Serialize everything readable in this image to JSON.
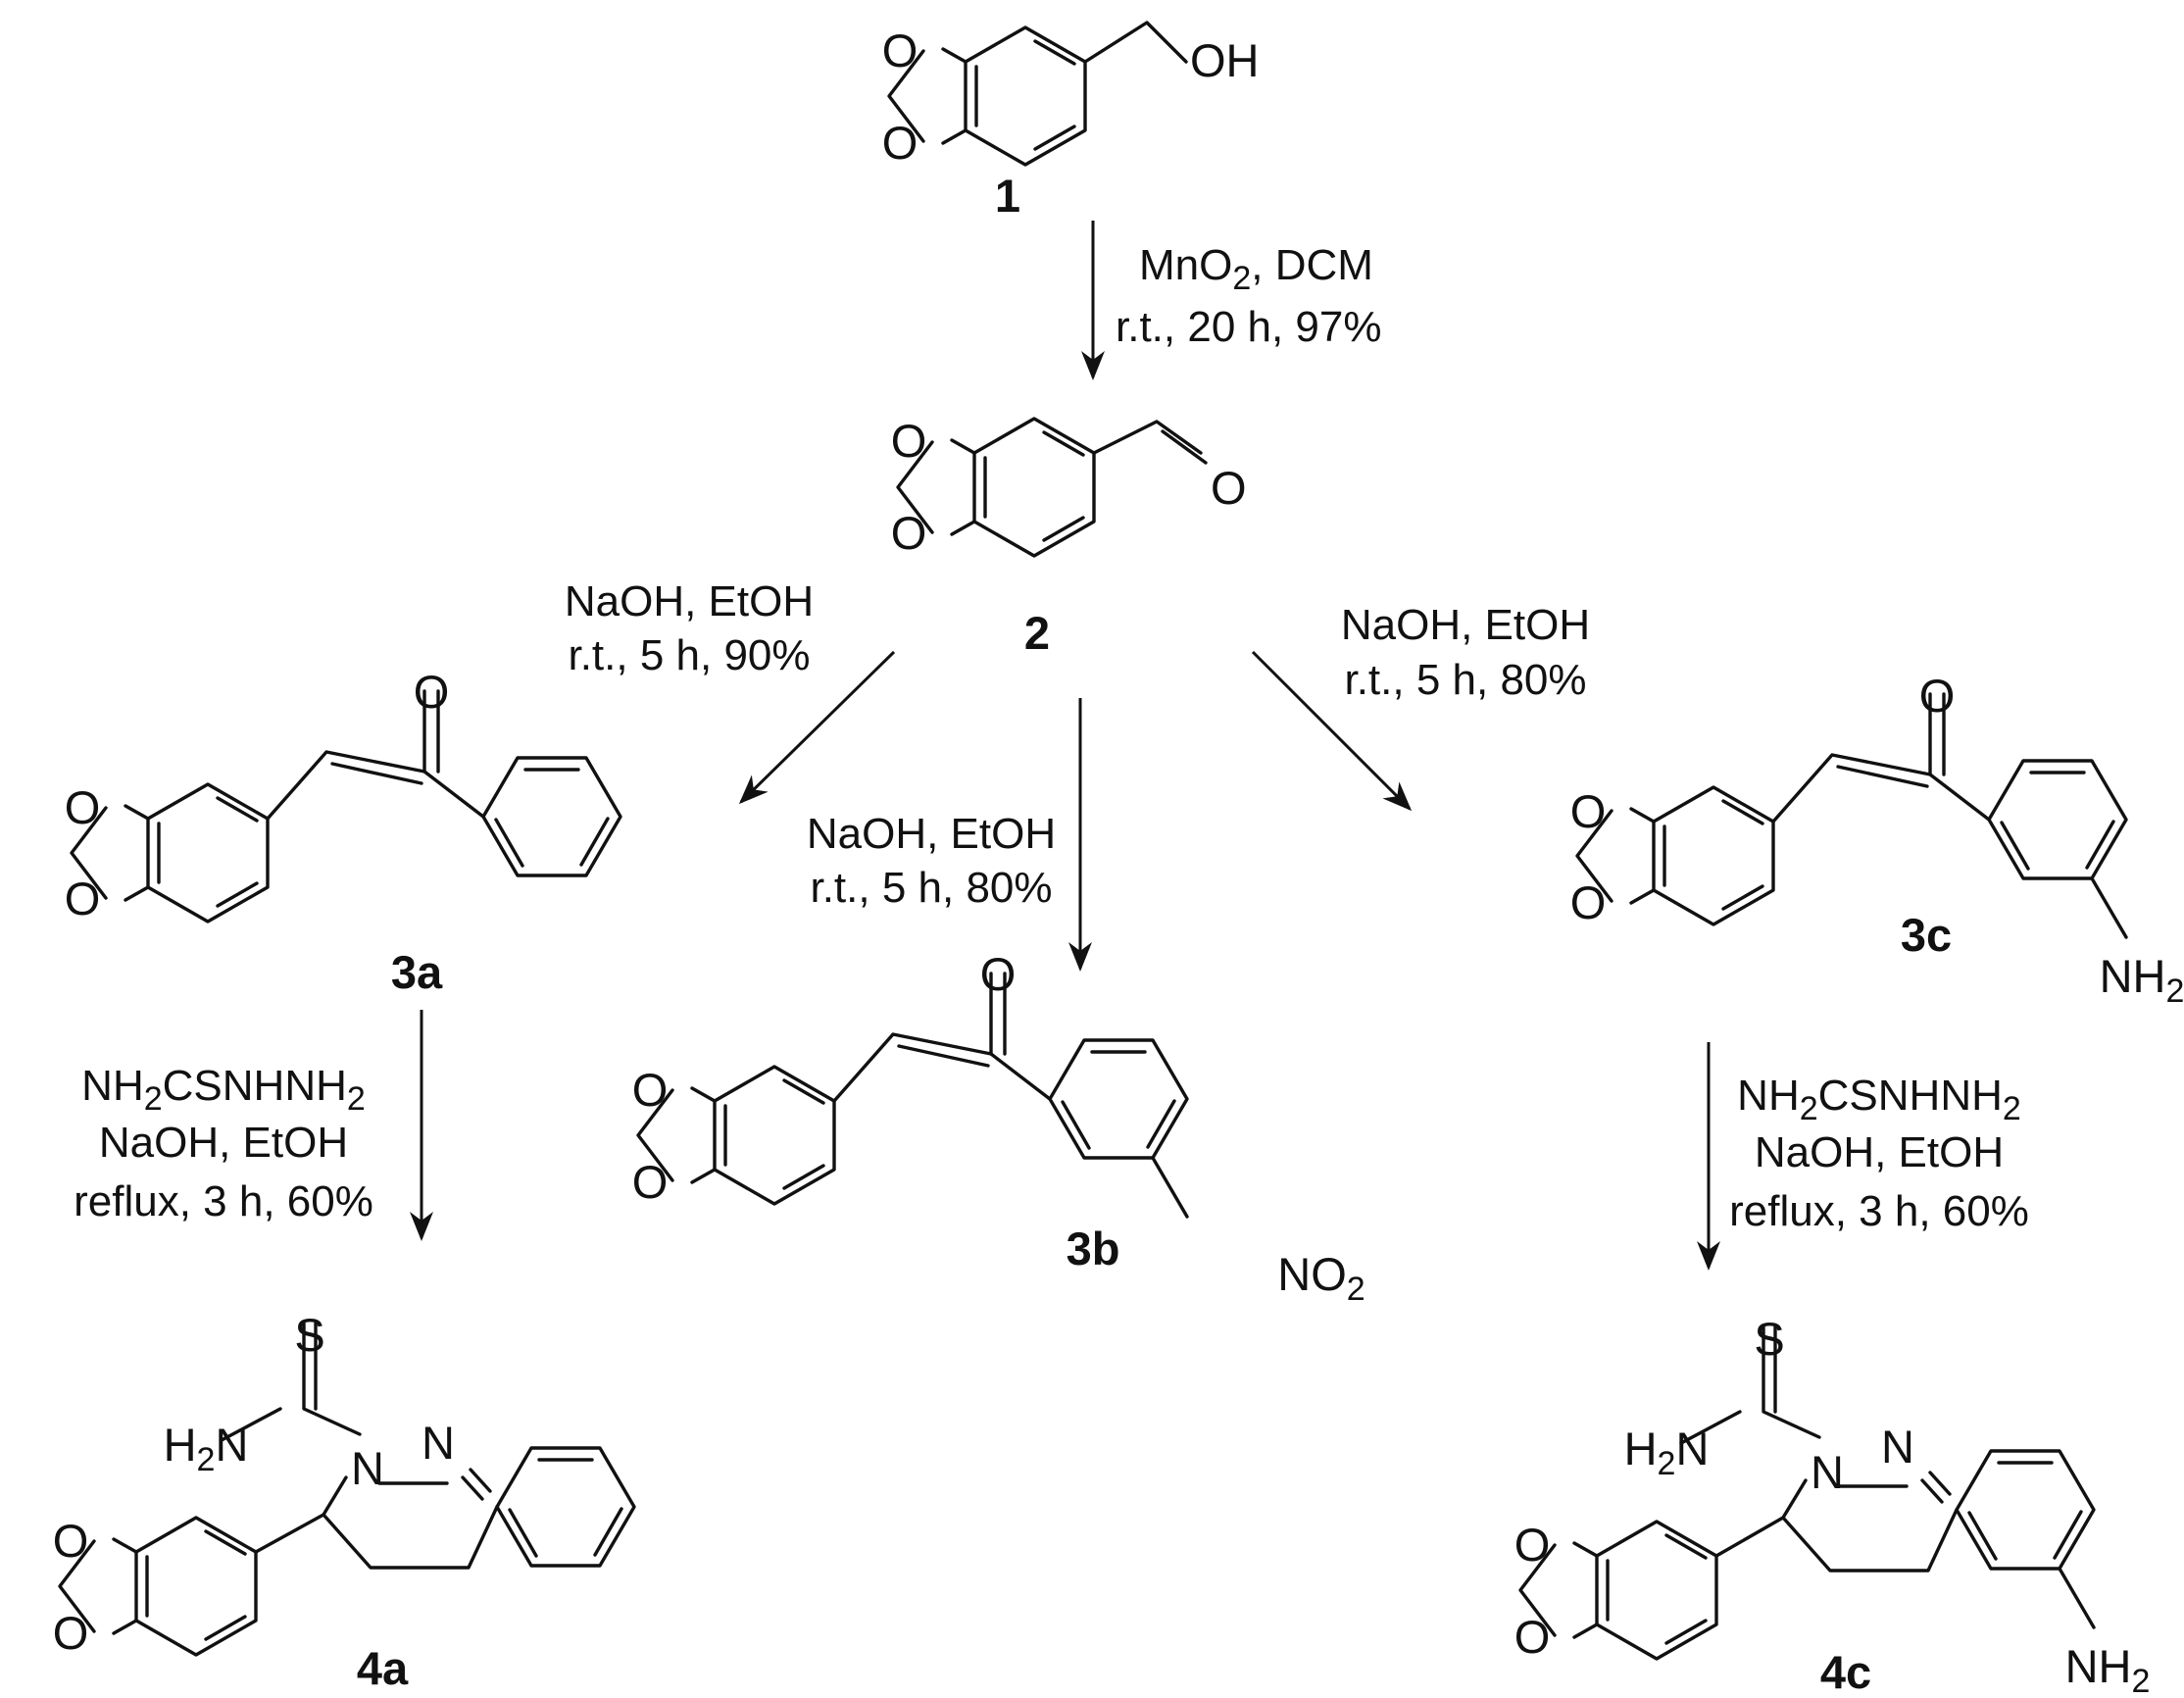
{
  "compounds": {
    "c1": {
      "label": "1",
      "substituent": "OH"
    },
    "c2": {
      "label": "2",
      "substituent": "O"
    },
    "c3a": {
      "label": "3a"
    },
    "c3b": {
      "label": "3b",
      "substituent": "NO2"
    },
    "c3c": {
      "label": "3c",
      "substituent": "NH2"
    },
    "c4a": {
      "label": "4a"
    },
    "c4c": {
      "label": "4c",
      "substituent": "NH2"
    }
  },
  "atoms": {
    "ring_oxygen": "O",
    "carbonyl_oxygen": "O",
    "sulfur": "S",
    "nitrogen": "N",
    "amine": "H2N",
    "nh2": "NH2",
    "no2": "NO2"
  },
  "steps": {
    "step1": {
      "line1": "MnO2, DCM",
      "line2": "r.t., 20 h, 97%"
    },
    "step2a": {
      "line1": "NaOH, EtOH",
      "line2": "r.t., 5 h, 90%"
    },
    "step2b": {
      "line1": "NaOH, EtOH",
      "line2": "r.t., 5 h, 80%"
    },
    "step2c": {
      "line1": "NaOH, EtOH",
      "line2": "r.t., 5 h, 80%"
    },
    "step3a": {
      "line1": "NH2CSNHNH2",
      "line2": "NaOH, EtOH",
      "line3": "reflux, 3 h, 60%"
    },
    "step3c": {
      "line1": "NH2CSNHNH2",
      "line2": "NaOH, EtOH",
      "line3": "reflux, 3 h, 60%"
    }
  }
}
